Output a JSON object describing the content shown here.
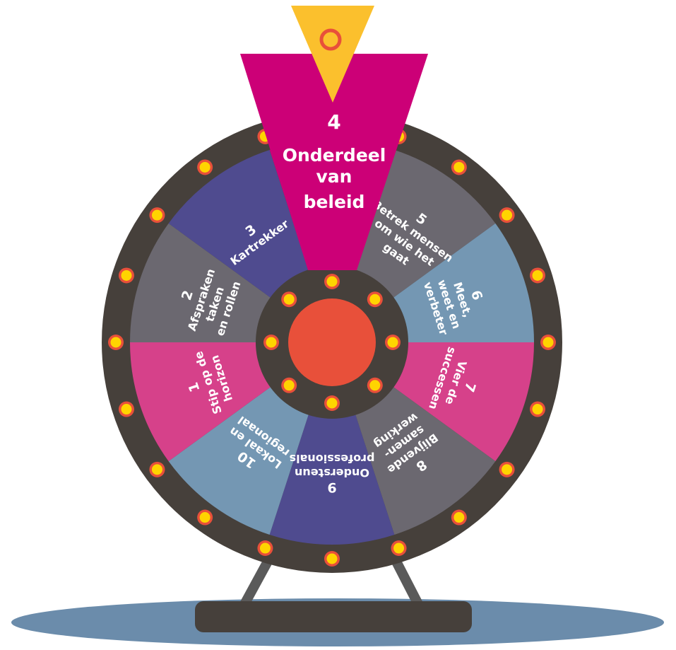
{
  "colors": {
    "frame": "#46403b",
    "hub": "#46403b",
    "hub_center": "#e8503a",
    "bulb_fill": "#ffd400",
    "bulb_ring": "#e8503a",
    "pointer": "#fbc02d",
    "pointer_ring": "#e8503a",
    "highlight": "#cc0077",
    "stand": "#5a5a5a",
    "base": "#46403b",
    "floor": "#6b8cab",
    "blue": "#4f4b8f",
    "gray": "#6b6870",
    "steel": "#7497b3",
    "pink": "#d6418a"
  },
  "segments": [
    {
      "id": 4,
      "lines": [
        "4",
        "Onderdeel",
        "van",
        "beleid"
      ],
      "color": "highlight"
    },
    {
      "id": 5,
      "lines": [
        "5",
        "Betrek mensen",
        "om wie het",
        "gaat"
      ],
      "color": "gray"
    },
    {
      "id": 6,
      "lines": [
        "6",
        "Meet,",
        "weet en",
        "verbeter"
      ],
      "color": "steel"
    },
    {
      "id": 7,
      "lines": [
        "7",
        "Vier de",
        "successen"
      ],
      "color": "pink"
    },
    {
      "id": 8,
      "lines": [
        "8",
        "Blijvende",
        "samen-",
        "werking"
      ],
      "color": "gray"
    },
    {
      "id": 9,
      "lines": [
        "9",
        "Ondersteun",
        "professionals"
      ],
      "color": "blue"
    },
    {
      "id": 10,
      "lines": [
        "10",
        "Lokaal en",
        "regionaal"
      ],
      "color": "steel"
    },
    {
      "id": 1,
      "lines": [
        "1",
        "Stip op de",
        "horizon"
      ],
      "color": "pink"
    },
    {
      "id": 2,
      "lines": [
        "2",
        "Afspraken",
        "taken",
        "en rollen"
      ],
      "color": "gray"
    },
    {
      "id": 3,
      "lines": [
        "3",
        "Kartrekker"
      ],
      "color": "blue"
    }
  ],
  "icons": {
    "pointer": "pointer-icon",
    "bulb": "light-bulb-icon"
  }
}
